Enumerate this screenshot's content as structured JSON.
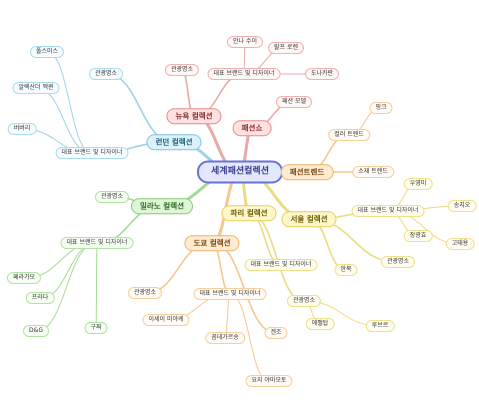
{
  "center": {
    "label": "세계패션컬렉션",
    "color": "#6a72d6"
  },
  "branches": [
    {
      "key": "newyork",
      "label": "뉴욕 컬렉션",
      "color": "#e38c8c",
      "theme": "c-pink",
      "children": [
        {
          "label": "관광명소"
        },
        {
          "label": "대표 브랜드 및 디자이너",
          "children": [
            {
              "label": "안나 수이"
            },
            {
              "label": "랄프 로렌"
            },
            {
              "label": "도나카란"
            }
          ]
        }
      ]
    },
    {
      "key": "london",
      "label": "런던 컬렉션",
      "color": "#7cc4e2",
      "theme": "c-blue",
      "children": [
        {
          "label": "관광명소"
        },
        {
          "label": "대표 브랜드 및 디자이너",
          "children": [
            {
              "label": "폴스미스"
            },
            {
              "label": "알렉산더 맥퀸"
            },
            {
              "label": "버버리"
            }
          ]
        }
      ]
    },
    {
      "key": "milano",
      "label": "밀라노 컬렉션",
      "color": "#86cf6f",
      "theme": "c-green",
      "children": [
        {
          "label": "관광명소"
        },
        {
          "label": "대표 브랜드 및 디자이너",
          "children": [
            {
              "label": "페라가모"
            },
            {
              "label": "프라다"
            },
            {
              "label": "D&G"
            },
            {
              "label": "구찌"
            }
          ]
        }
      ]
    },
    {
      "key": "tokyo",
      "label": "도쿄 컬렉션",
      "color": "#f0b46a",
      "theme": "c-orange",
      "children": [
        {
          "label": "관광명소"
        },
        {
          "label": "대표 브랜드 및 디자이너",
          "children": [
            {
              "label": "이세이 미야케"
            },
            {
              "label": "꼼데가르송"
            },
            {
              "label": "요지 야마모토"
            }
          ]
        },
        {
          "label": "겐조"
        }
      ]
    },
    {
      "key": "paris",
      "label": "파리 컬렉션",
      "color": "#e6cf55",
      "theme": "c-yellow",
      "children": [
        {
          "label": "대표 브랜드 및 디자이너"
        },
        {
          "label": "관광명소",
          "children": [
            {
              "label": "에펠탑"
            },
            {
              "label": "루브르"
            }
          ]
        }
      ]
    },
    {
      "key": "seoul",
      "label": "서울 컬렉션",
      "color": "#e6cf55",
      "theme": "c-yellow",
      "children": [
        {
          "label": "대표 브랜드 및 디자이너",
          "children": [
            {
              "label": "우영미"
            },
            {
              "label": "송지오"
            },
            {
              "label": "장광효"
            },
            {
              "label": "고태용"
            }
          ]
        },
        {
          "label": "관광명소"
        },
        {
          "label": "한복"
        }
      ]
    },
    {
      "key": "trend",
      "label": "패션트렌드",
      "color": "#f0b46a",
      "theme": "c-orange",
      "children": [
        {
          "label": "컬러 트렌드",
          "children": [
            {
              "label": "핑크"
            }
          ]
        },
        {
          "label": "소재 트렌드"
        }
      ]
    },
    {
      "key": "show",
      "label": "패션쇼",
      "color": "#e38c8c",
      "theme": "c-pink",
      "children": [
        {
          "label": "패션 모델"
        }
      ]
    }
  ]
}
